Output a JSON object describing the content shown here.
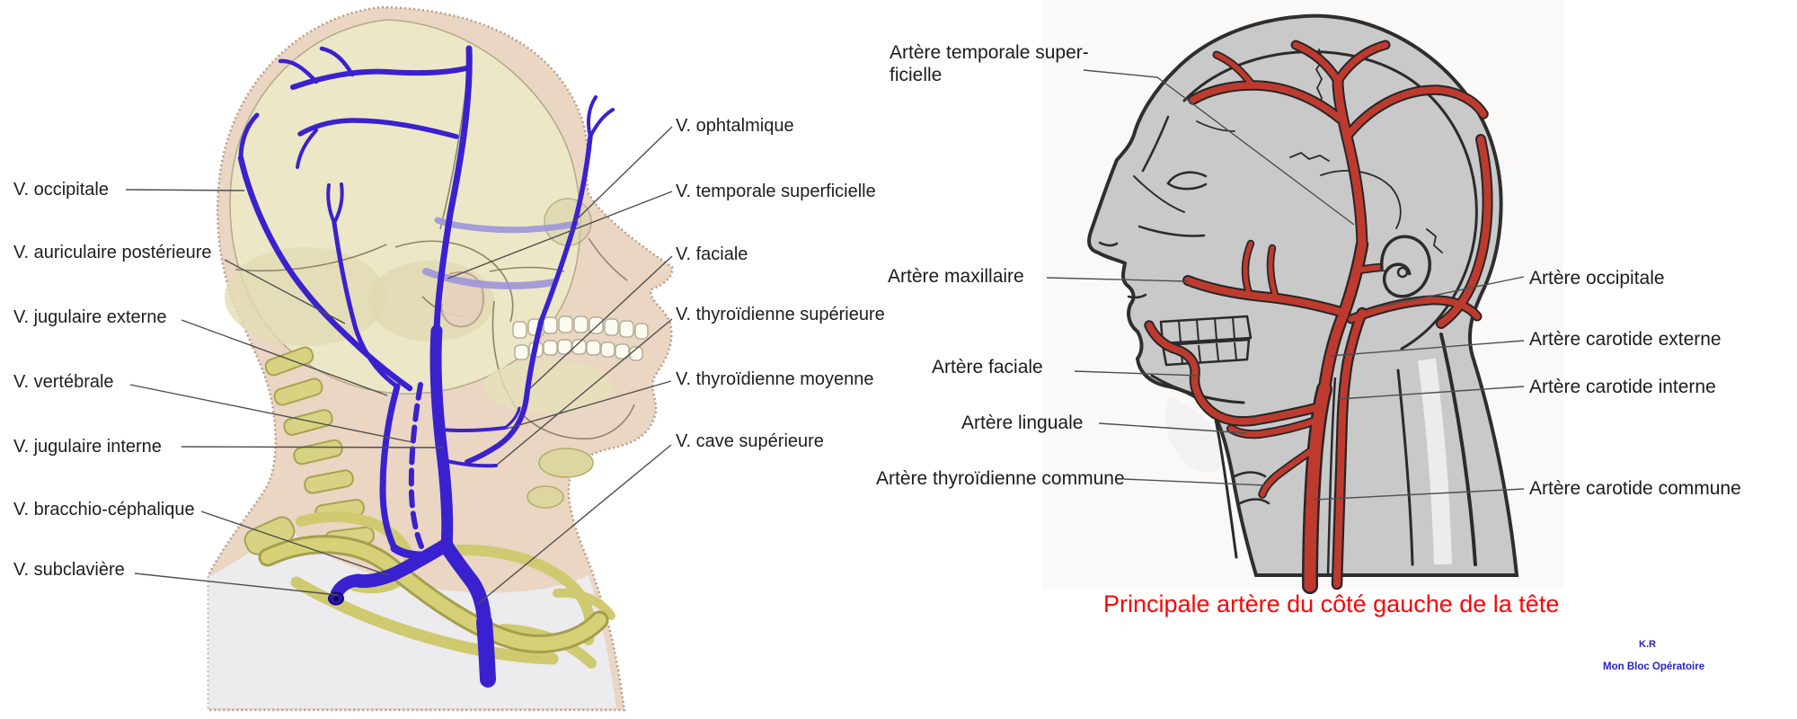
{
  "left_panel": {
    "labels_left": [
      {
        "text": "V. occipitale"
      },
      {
        "text": "V. auriculaire postérieure"
      },
      {
        "text": "V. jugulaire externe"
      },
      {
        "text": "V. vertébrale"
      },
      {
        "text": "V. jugulaire interne"
      },
      {
        "text": "V. bracchio-céphalique"
      },
      {
        "text": "V. subclavière"
      }
    ],
    "labels_right": [
      {
        "text": "V. ophtalmique"
      },
      {
        "text": "V. temporale superficielle"
      },
      {
        "text": "V. faciale"
      },
      {
        "text": "V. thyroïdienne supérieure"
      },
      {
        "text": "V. thyroïdienne moyenne"
      },
      {
        "text": "V. cave supérieure"
      }
    ]
  },
  "right_panel": {
    "labels_left": [
      {
        "text": "Artère temporale super-\nficielle"
      },
      {
        "text": "Artère maxillaire"
      },
      {
        "text": "Artère faciale"
      },
      {
        "text": "Artère linguale"
      },
      {
        "text": "Artère thyroïdienne commune"
      }
    ],
    "labels_right": [
      {
        "text": "Artère occipitale"
      },
      {
        "text": "Artère carotide externe"
      },
      {
        "text": "Artère carotide interne"
      },
      {
        "text": "Artère carotide commune"
      }
    ],
    "caption": "Principale artère du côté gauche de la tête",
    "credit_line1": "K.R",
    "credit_line2": "Mon Bloc Opératoire"
  },
  "colors": {
    "vein_blue": "#3a21cf",
    "vein_light": "#9d96da",
    "artery_red": "#bf3a2e",
    "caption_red": "#f90606",
    "credit_blue": "#2a23c9",
    "label_color": "#1c1c1c"
  }
}
